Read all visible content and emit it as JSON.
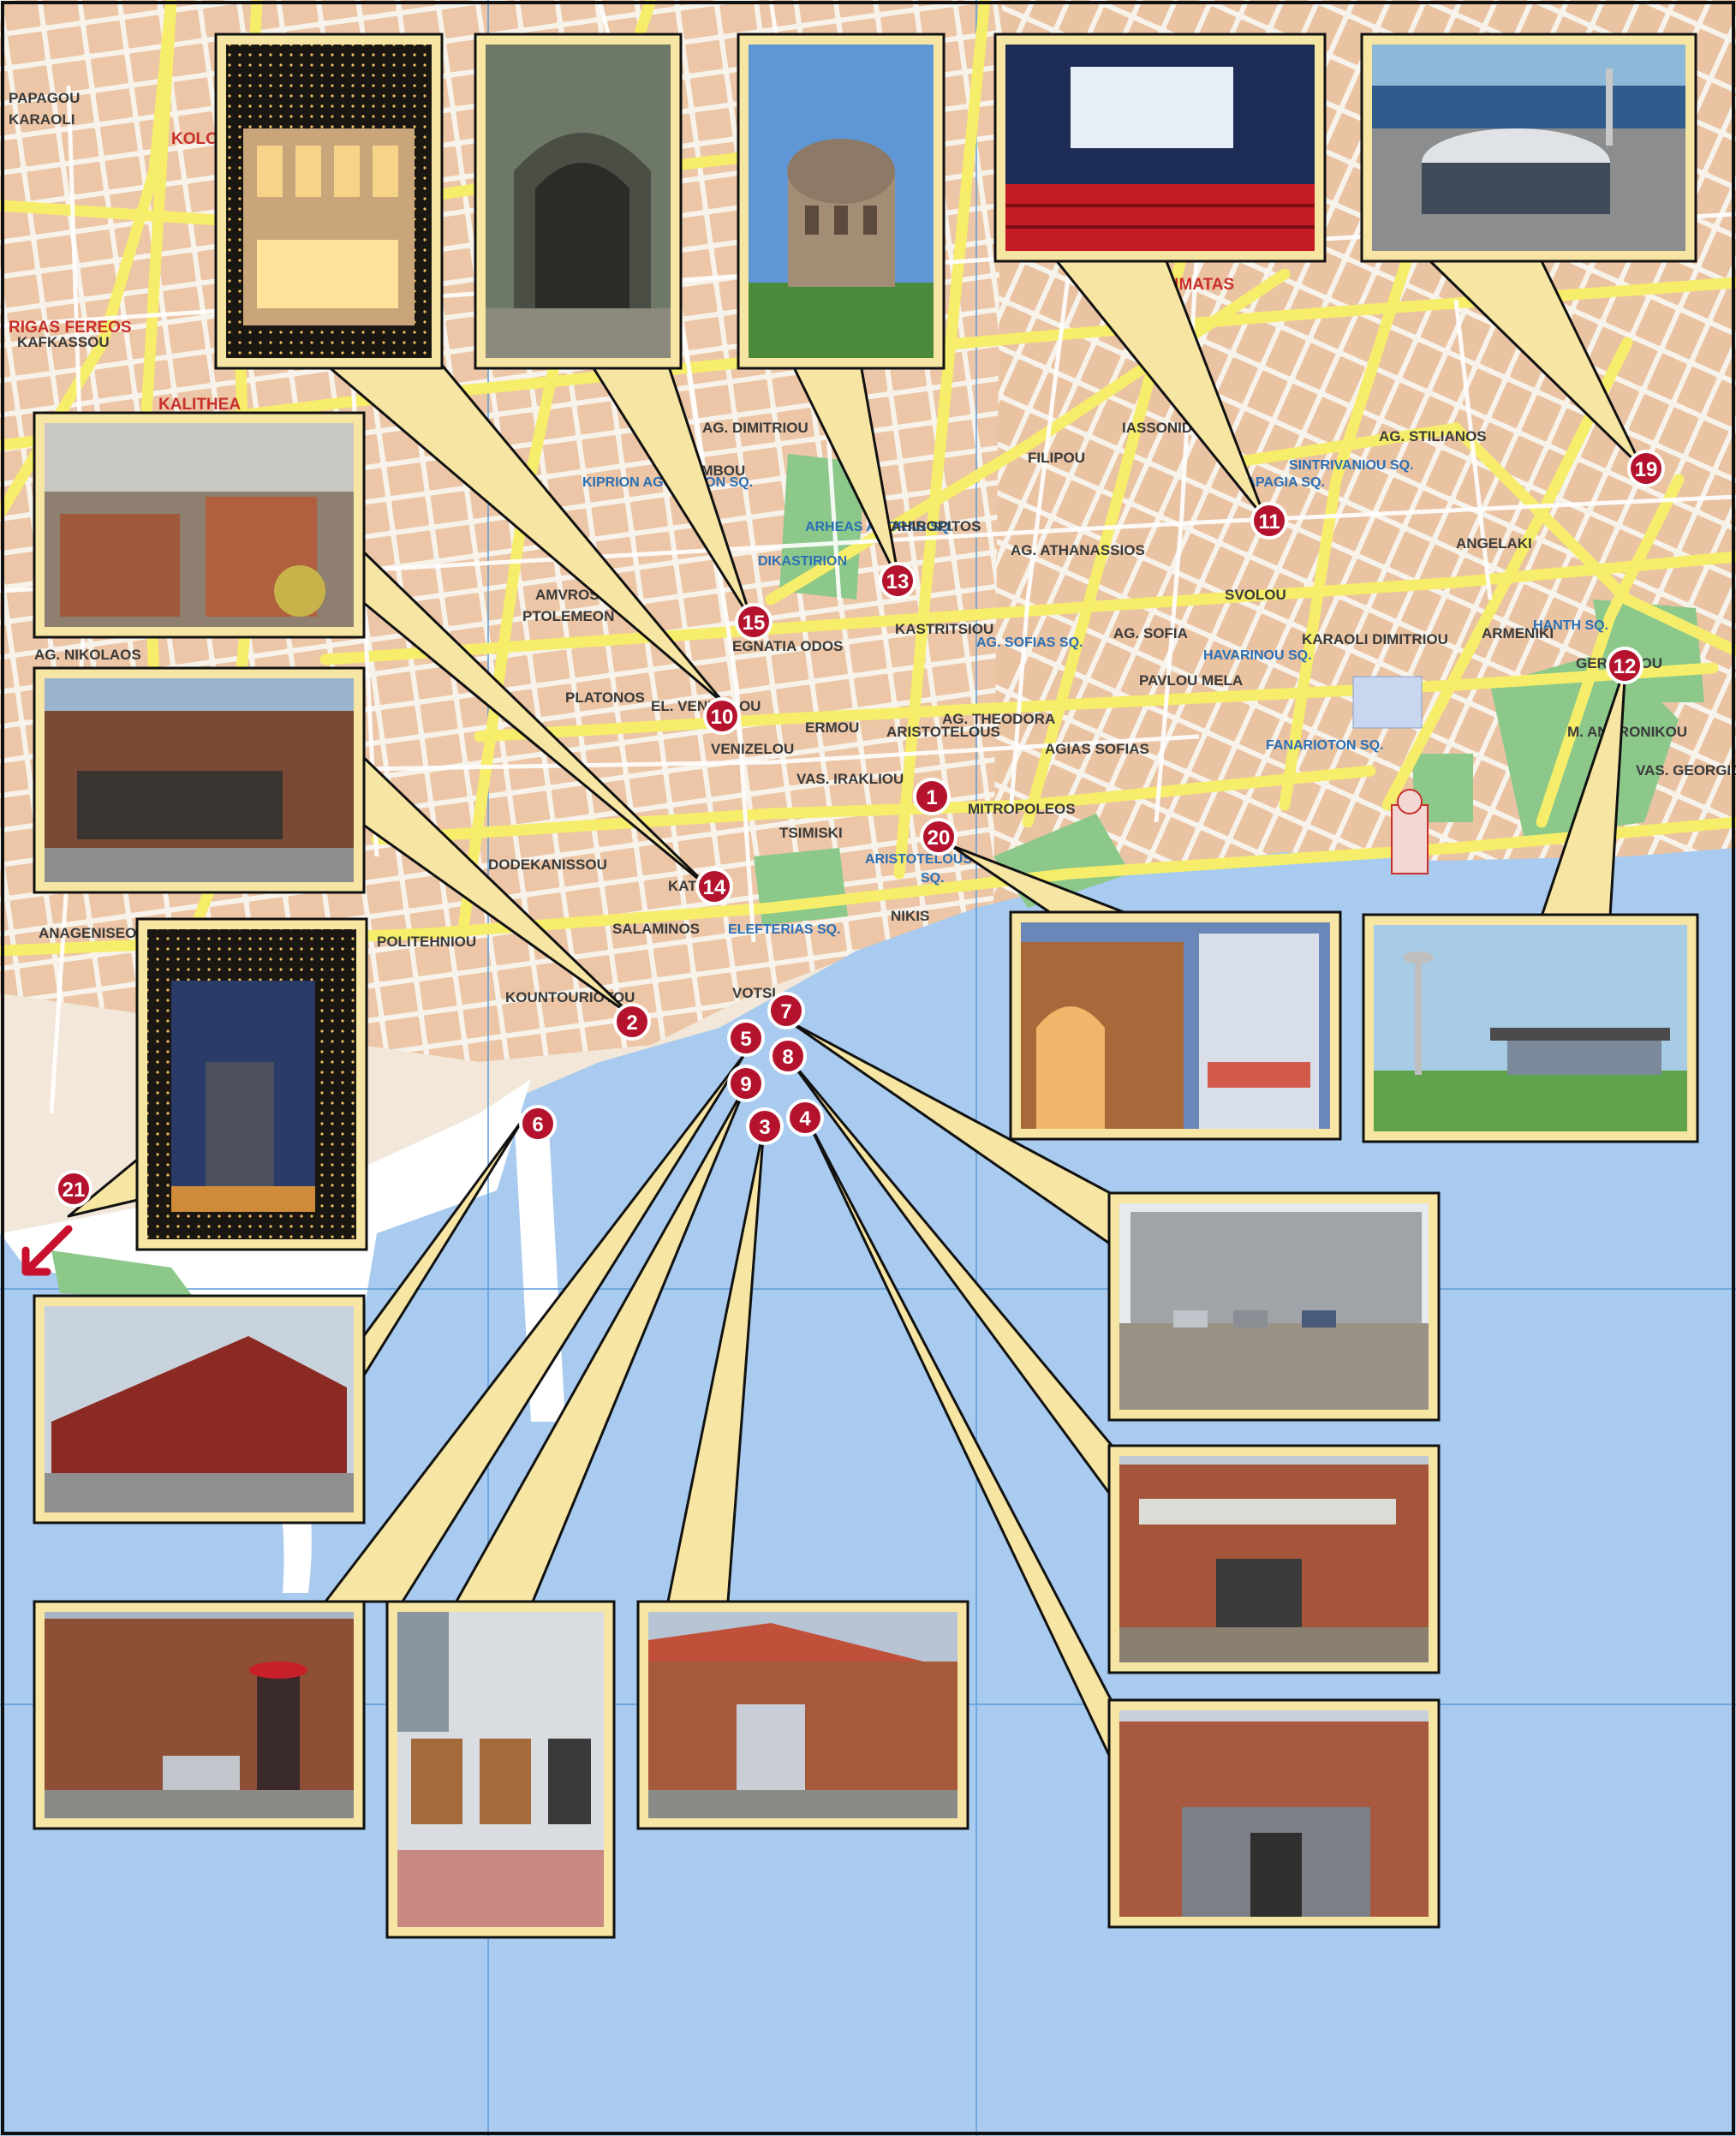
{
  "map": {
    "colors": {
      "sea": "#a8cbef",
      "land": "#f2e7d8",
      "block": "#ecc6a6",
      "street_major": "#f6ee6a",
      "street_minor": "#ffffff",
      "green": "#8cc88a",
      "callout_fill": "#f6e5a3",
      "callout_border": "#111111",
      "marker_red": "#b5122e",
      "marker_ring": "#ffffff"
    },
    "districts": [
      {
        "text": "KOLO"
      },
      {
        "text": "RIGAS FEREOS"
      },
      {
        "text": "KALITHEA"
      },
      {
        "text": "GENIMATAS"
      }
    ],
    "squares": [
      {
        "text": "ARISTOTELOUS"
      },
      {
        "text": "SQ."
      },
      {
        "text": "ELEFTERIAS SQ."
      },
      {
        "text": "AG. SOFIAS SQ."
      },
      {
        "text": "HAVARINOU SQ."
      },
      {
        "text": "FANARIOTON SQ."
      },
      {
        "text": "SINTRIVANIOU SQ."
      },
      {
        "text": "KIPRION AGONISTON SQ."
      },
      {
        "text": "ARHEAS AGORAS SQ."
      },
      {
        "text": "HANTH SQ."
      },
      {
        "text": "DIKASTIRION"
      },
      {
        "text": "PAPAGIA SQ."
      }
    ],
    "streets": [
      {
        "text": "EGNATIA ODOS"
      },
      {
        "text": "TSIMISKI"
      },
      {
        "text": "MITROPOLEOS"
      },
      {
        "text": "NIKIS"
      },
      {
        "text": "ERMOU"
      },
      {
        "text": "VAS. IRAKLIOU"
      },
      {
        "text": "OLIMBOU"
      },
      {
        "text": "AG. DIMITRIOU"
      },
      {
        "text": "FILIPOU"
      },
      {
        "text": "IASSONIDOU"
      },
      {
        "text": "SVOLOU"
      },
      {
        "text": "PAVLOU MELA"
      },
      {
        "text": "ANGELAKI"
      },
      {
        "text": "DODEKANISSOU"
      },
      {
        "text": "KOUNTOURIOTOU"
      },
      {
        "text": "ARISTOTELOUS"
      },
      {
        "text": "AGIAS SOFIAS"
      },
      {
        "text": "VENIZELOU"
      },
      {
        "text": "KAFKASSOU"
      },
      {
        "text": "AG. NIKOLAOS"
      },
      {
        "text": "AG. STILIANOS"
      },
      {
        "text": "KASTRITSIOU"
      },
      {
        "text": "AG. ATHANASSIOS"
      },
      {
        "text": "AHIROPITOS"
      },
      {
        "text": "AG. SOFIA"
      },
      {
        "text": "M. ANDRONIKOU"
      },
      {
        "text": "VAS. GEORGIOU"
      },
      {
        "text": "POLITEHNIOU"
      },
      {
        "text": "SALAMINOS"
      },
      {
        "text": "VOTSI"
      },
      {
        "text": "KATOUNI"
      },
      {
        "text": "ANAGENISEOS"
      },
      {
        "text": "PTOLEMEON"
      },
      {
        "text": "AMVROSIOU"
      },
      {
        "text": "KARAOLI"
      },
      {
        "text": "PAPAGOU"
      },
      {
        "text": "PLATONOS"
      },
      {
        "text": "EL. VENIZELOU"
      },
      {
        "text": "GERMANOU"
      },
      {
        "text": "ARMENIKI"
      },
      {
        "text": "AG. THEODORA"
      },
      {
        "text": "KARAOLI DIMITRIOU"
      }
    ],
    "markers": [
      {
        "label": "1"
      },
      {
        "label": "20"
      },
      {
        "label": "2"
      },
      {
        "label": "3"
      },
      {
        "label": "4"
      },
      {
        "label": "5"
      },
      {
        "label": "6"
      },
      {
        "label": "7"
      },
      {
        "label": "8"
      },
      {
        "label": "9"
      },
      {
        "label": "10"
      },
      {
        "label": "11"
      },
      {
        "label": "12"
      },
      {
        "label": "13"
      },
      {
        "label": "14"
      },
      {
        "label": "15"
      },
      {
        "label": "19"
      },
      {
        "label": "21"
      }
    ],
    "photos": [
      {
        "marker": "10",
        "subject": "lit building facade at night"
      },
      {
        "marker": "15",
        "subject": "arched stone entrance"
      },
      {
        "marker": "13",
        "subject": "rotunda with dome"
      },
      {
        "marker": "11",
        "subject": "cinema hall with red seats"
      },
      {
        "marker": "19",
        "subject": "stadium dome by the sea"
      },
      {
        "marker": "14",
        "subject": "aerial view of old roofs"
      },
      {
        "marker": "2",
        "subject": "old brick warehouse"
      },
      {
        "marker": "21",
        "subject": "night scene framed entrance"
      },
      {
        "marker": "20",
        "subject": "arcaded building at dusk"
      },
      {
        "marker": "12",
        "subject": "exhibition pavilion with tower"
      },
      {
        "marker": "6",
        "subject": "red warehouse on pier"
      },
      {
        "marker": "7",
        "subject": "modern grey warehouse with cars"
      },
      {
        "marker": "8",
        "subject": "brick warehouse with entrance"
      },
      {
        "marker": "4",
        "subject": "brick warehouse front"
      },
      {
        "marker": "5",
        "subject": "brick warehouse with kiosk"
      },
      {
        "marker": "9",
        "subject": "modern white building"
      },
      {
        "marker": "3",
        "subject": "brick warehouse with red roof"
      }
    ]
  }
}
